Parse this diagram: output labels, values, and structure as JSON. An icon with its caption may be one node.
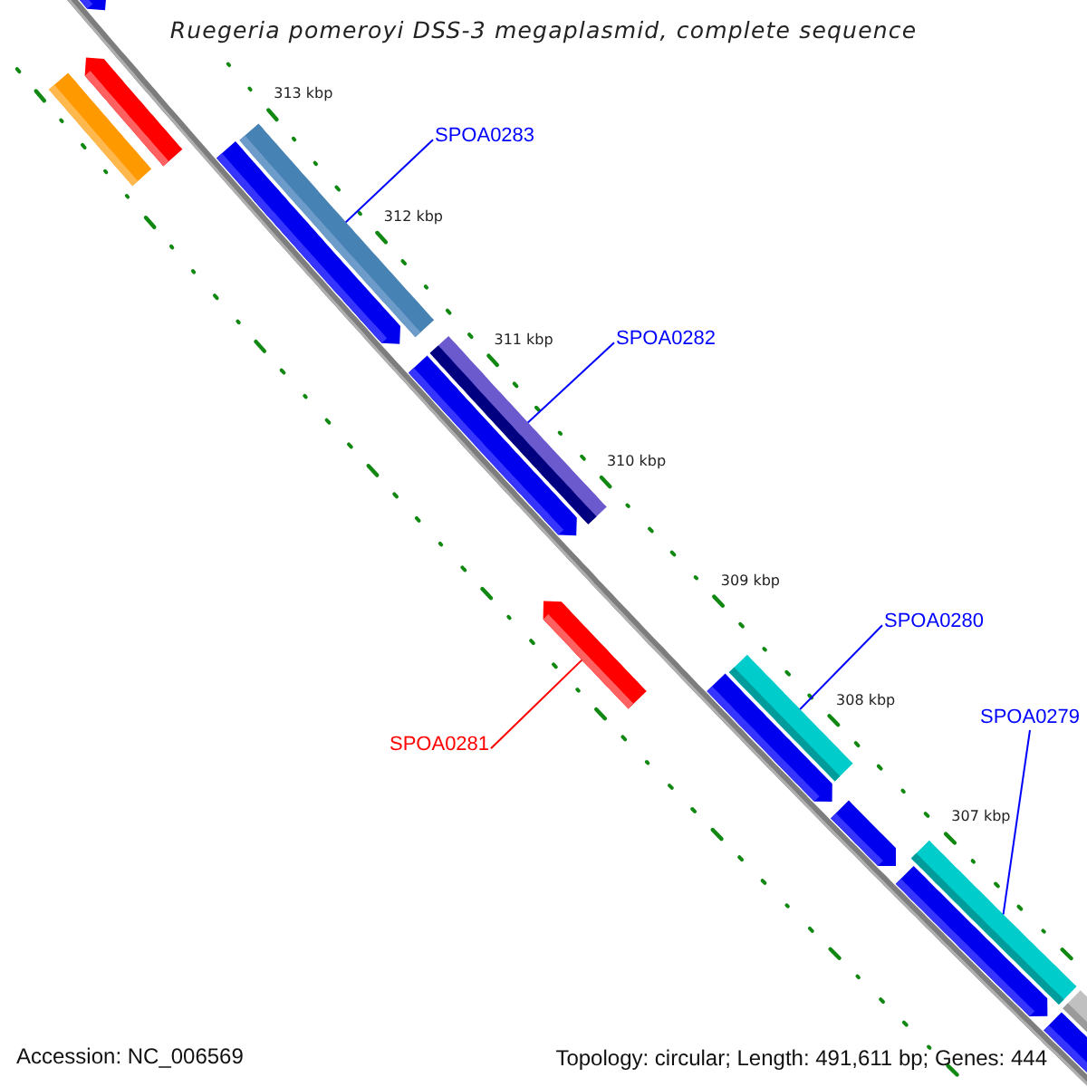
{
  "diagram": {
    "title": "Ruegeria pomeroyi DSS-3 megaplasmid, complete sequence",
    "nodes": [
      {
        "text": [],
        "shape": "bar"
      },
      {
        "text": [],
        "shape": "bar"
      },
      {
        "text": [],
        "shape": "bar"
      },
      {
        "text": [],
        "shape": "bar"
      },
      {
        "text": [],
        "shape": "bar"
      },
      {
        "text": [],
        "shape": "bar"
      },
      {
        "text": [],
        "shape": "bar"
      },
      {
        "text": [],
        "shape": "bar"
      },
      {
        "text": [],
        "shape": "bar"
      },
      {
        "text": [],
        "shape": "bar"
      },
      {
        "text": [],
        "shape": "bar"
      },
      {
        "text": [],
        "shape": "bar"
      },
      {
        "text": [],
        "shape": "bar"
      },
      {
        "text": [],
        "shape": "bar"
      },
      {
        "text": [],
        "shape": "bar"
      },
      {
        "text": [
          "SPOA0283"
        ]
      },
      {
        "text": [
          "SPOA0282"
        ]
      },
      {
        "text": [
          "SPOA0280"
        ]
      },
      {
        "text": [
          "SPOA0279"
        ]
      },
      {
        "text": [
          "SPOA0281"
        ]
      }
    ],
    "edges": [
      {
        "from": 15,
        "to": 4,
        "arrow": "none"
      },
      {
        "from": 16,
        "to": 6,
        "arrow": "none"
      },
      {
        "from": 17,
        "to": 9,
        "arrow": "none"
      },
      {
        "from": 18,
        "to": 12,
        "arrow": "none"
      },
      {
        "from": 19,
        "to": 7,
        "arrow": "none",
        "color": "#ff0000"
      }
    ],
    "labels": [
      "313 kbp",
      "312 kbp",
      "311 kbp",
      "310 kbp",
      "309 kbp",
      "308 kbp",
      "307 kbp",
      "Accession: NC_006569",
      "Topology: circular; Length: 491,611 bp; Genes: 444"
    ]
  }
}
